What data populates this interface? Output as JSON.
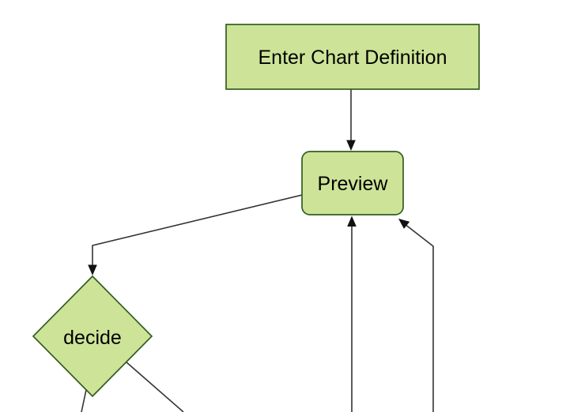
{
  "diagram": {
    "type": "flowchart",
    "direction": "top-down",
    "nodes": [
      {
        "id": "A",
        "label": "Enter Chart Definition",
        "shape": "rectangle"
      },
      {
        "id": "B",
        "label": "Preview",
        "shape": "rounded-rectangle"
      },
      {
        "id": "C",
        "label": "decide",
        "shape": "diamond"
      }
    ],
    "edges": [
      {
        "from": "Enter Chart Definition",
        "to": "Preview",
        "arrowhead": true
      },
      {
        "from": "Preview",
        "to": "decide",
        "arrowhead": true
      },
      {
        "from": "(offscreen bottom)",
        "to": "Preview",
        "arrowhead": true
      },
      {
        "from": "(offscreen bottom right)",
        "to": "Preview",
        "arrowhead": true
      },
      {
        "from": "decide",
        "to": "(offscreen bottom left)",
        "arrowhead": false
      },
      {
        "from": "decide",
        "to": "(offscreen bottom right)",
        "arrowhead": false
      }
    ]
  },
  "colors": {
    "background": "#ffffff",
    "node_fill": "#cde498",
    "node_border": "#355c21",
    "edge_line": "#333333",
    "arrowhead": "#111111",
    "text": "#000000"
  }
}
